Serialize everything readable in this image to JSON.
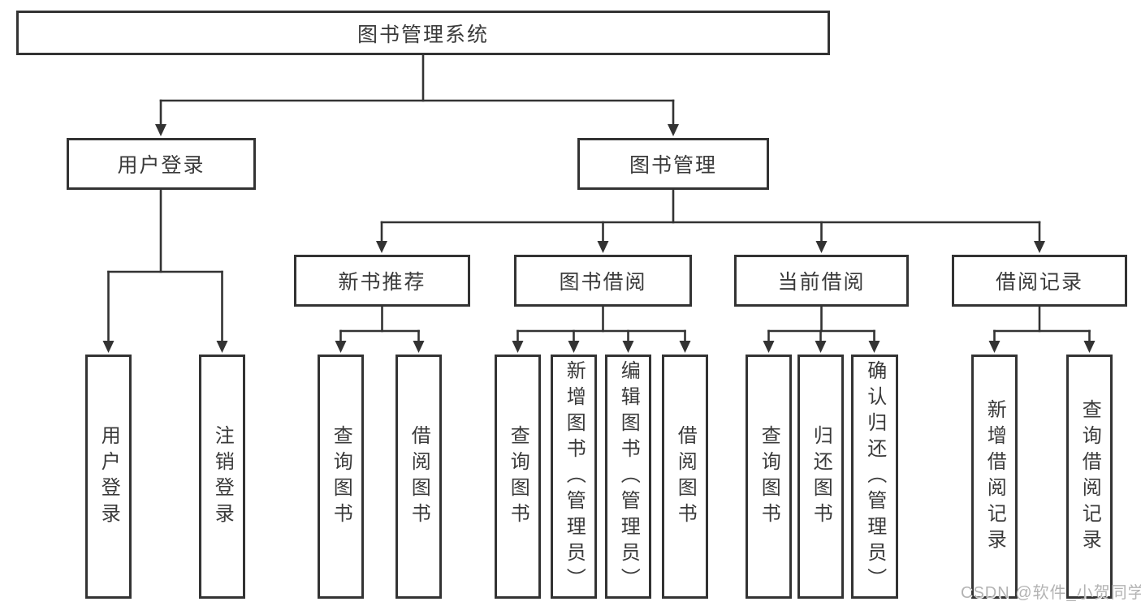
{
  "tree": {
    "root": {
      "label": "图书管理系统"
    },
    "children": [
      {
        "label": "用户登录",
        "children": [
          {
            "label": "用户登录"
          },
          {
            "label": "注销登录"
          }
        ]
      },
      {
        "label": "图书管理",
        "children": [
          {
            "label": "新书推荐",
            "children": [
              {
                "label": "查询图书"
              },
              {
                "label": "借阅图书"
              }
            ]
          },
          {
            "label": "图书借阅",
            "children": [
              {
                "label": "查询图书"
              },
              {
                "label": "新增图书（管理员）"
              },
              {
                "label": "编辑图书（管理员）"
              },
              {
                "label": "借阅图书"
              }
            ]
          },
          {
            "label": "当前借阅",
            "children": [
              {
                "label": "查询图书"
              },
              {
                "label": "归还图书"
              },
              {
                "label": "确认归还（管理员）"
              }
            ]
          },
          {
            "label": "借阅记录",
            "children": [
              {
                "label": "新增借阅记录"
              },
              {
                "label": "查询借阅记录"
              }
            ]
          }
        ]
      }
    ]
  },
  "watermark": {
    "text": "CSDN @软件_小贺同学"
  },
  "colors": {
    "line": "#333333",
    "box_border": "#333333",
    "text": "#3a3a3a",
    "watermark": "#b3b3b3",
    "background": "#ffffff"
  }
}
